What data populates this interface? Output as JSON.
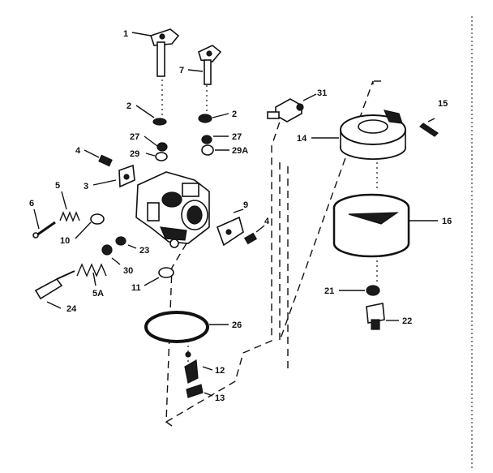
{
  "labels": {
    "p1": "1",
    "p7": "7",
    "p2a": "2",
    "p2b": "2",
    "p27a": "27",
    "p27b": "27",
    "p29": "29",
    "p29a": "29A",
    "p4a": "4",
    "p4b": "4",
    "p3": "3",
    "p5": "5",
    "p6": "6",
    "p9": "9",
    "p10": "10",
    "p23": "23",
    "p30": "30",
    "p11": "11",
    "p5a": "5A",
    "p24": "24",
    "p26": "26",
    "p12": "12",
    "p13": "13",
    "p31": "31",
    "p15": "15",
    "p14": "14",
    "p16": "16",
    "p21": "21",
    "p22": "22"
  }
}
